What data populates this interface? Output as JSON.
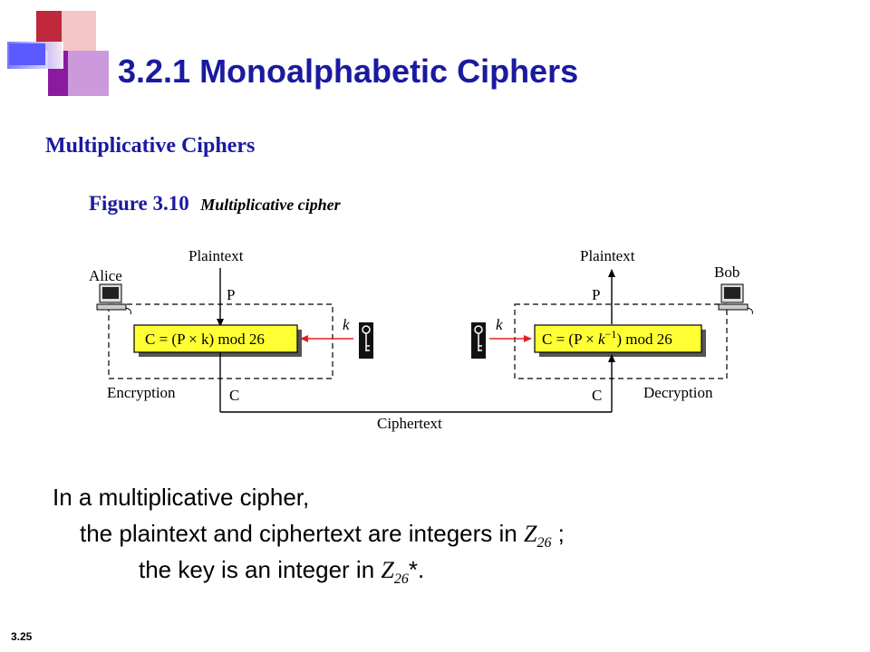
{
  "title": "3.2.1   Monoalphabetic Ciphers",
  "subtitle": "Multiplicative Ciphers",
  "figure": {
    "number": "Figure 3.10",
    "caption": "Multiplicative cipher"
  },
  "diagram": {
    "alice_label": "Alice",
    "bob_label": "Bob",
    "plaintext_left": "Plaintext",
    "plaintext_right": "Plaintext",
    "p_left": "P",
    "p_right": "P",
    "k_left": "k",
    "k_right": "k",
    "c_left": "C",
    "c_right": "C",
    "enc_formula": "C = (P × k) mod 26",
    "dec_formula_prefix": "C = (P × ",
    "dec_formula_k": "k",
    "dec_formula_exp": "−1",
    "dec_formula_suffix": ") mod 26",
    "encryption_label": "Encryption",
    "decryption_label": "Decryption",
    "ciphertext_label": "Ciphertext"
  },
  "body": {
    "line1": "In a multiplicative cipher,",
    "line2_text": "the plaintext and ciphertext are integers in ",
    "line2_z": "Z",
    "line2_sub": "26",
    "line2_end": " ;",
    "line3_text": "the key is an integer in ",
    "line3_z": "Z",
    "line3_sub": "26",
    "line3_end": "*."
  },
  "slide_number": "3.25",
  "colors": {
    "title": "#1a1aa0",
    "box_fill": "#ffff33",
    "arrow_red": "#e02020"
  }
}
